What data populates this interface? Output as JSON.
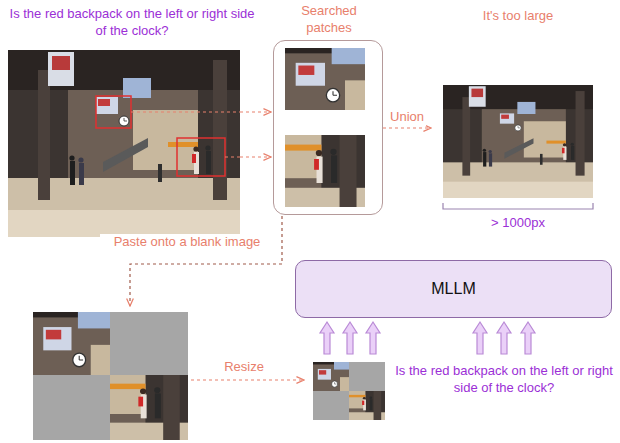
{
  "diagram": {
    "nodes": [
      {
        "text": [
          "Is the red backpack on the left or right side of the clock?"
        ]
      },
      {
        "text": [
          "Searched patches"
        ]
      },
      {
        "text": [
          "It's too large",
          "> 1000px"
        ]
      },
      {
        "text": [
          "MLLM"
        ]
      }
    ],
    "edges": [
      {
        "from": 0,
        "to": 1,
        "arrow": "to"
      },
      {
        "from": 0,
        "to": 1,
        "arrow": "to"
      },
      {
        "from": 1,
        "to": 2,
        "label": "Union",
        "arrow": "to"
      }
    ],
    "labels": [
      "Paste onto a blank image",
      "Resize",
      "Is the red backpack on the left or right side of the clock?"
    ]
  }
}
